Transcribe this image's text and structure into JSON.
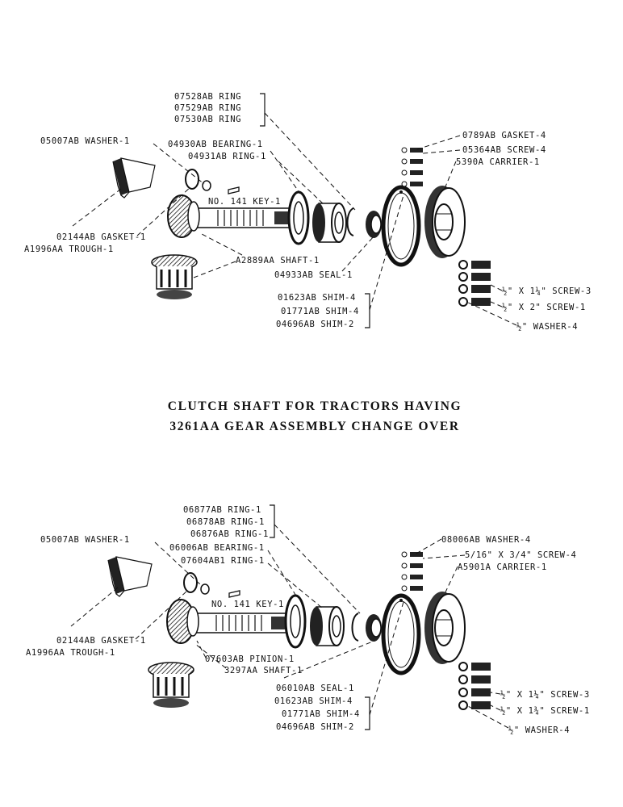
{
  "title": {
    "line1": "CLUTCH SHAFT FOR TRACTORS HAVING",
    "line2": "3261AA GEAR ASSEMBLY CHANGE OVER"
  },
  "top": {
    "labels": {
      "ring_07528": "07528AB RING",
      "ring_07529": "07529AB RING",
      "ring_07530": "07530AB RING",
      "washer_05007": "05007AB WASHER-1",
      "bearing_04930": "04930AB BEARING-1",
      "ring_04931": "04931AB RING-1",
      "key_141": "NO. 141 KEY-1",
      "gasket_02144": "02144AB GASKET-1",
      "trough_a1996": "A1996AA TROUGH-1",
      "shaft_a2889": "A2889AA SHAFT-1",
      "seal_04933": "04933AB SEAL-1",
      "shim_01623": "01623AB SHIM-4",
      "shim_01771": "01771AB SHIM-4",
      "shim_04696": "04696AB SHIM-2",
      "gasket_0789": "0789AB GASKET-4",
      "screw_05364": "05364AB SCREW-4",
      "carrier_5390": "5390A CARRIER-1",
      "screw_half_114": "½\" X 1¼\" SCREW-3",
      "screw_half_2": "½\" X 2\" SCREW-1",
      "washer_half": "½\" WASHER-4"
    }
  },
  "bottom": {
    "labels": {
      "ring_06877": "06877AB RING-1",
      "ring_06878": "06878AB RING-1",
      "ring_06876": "06876AB RING-1",
      "washer_05007": "05007AB WASHER-1",
      "bearing_06006": "06006AB BEARING-1",
      "ring_07604": "07604AB1 RING-1",
      "key_141": "NO. 141 KEY-1",
      "gasket_02144": "02144AB GASKET-1",
      "trough_a1996": "A1996AA TROUGH-1",
      "pinion_07603": "07603AB PINION-1",
      "shaft_3297": "3297AA SHAFT-1",
      "seal_06010": "06010AB SEAL-1",
      "shim_01623": "01623AB SHIM-4",
      "shim_01771": "01771AB SHIM-4",
      "shim_04696": "04696AB SHIM-2",
      "washer_08006": "08006AB WASHER-4",
      "screw_516_34": "5/16\" X 3/4\" SCREW-4",
      "carrier_a5901": "A5901A CARRIER-1",
      "screw_half_114": "½\" X 1¼\" SCREW-3",
      "screw_half_134": "½\" X 1¾\" SCREW-1",
      "washer_half": "½\" WASHER-4"
    }
  }
}
